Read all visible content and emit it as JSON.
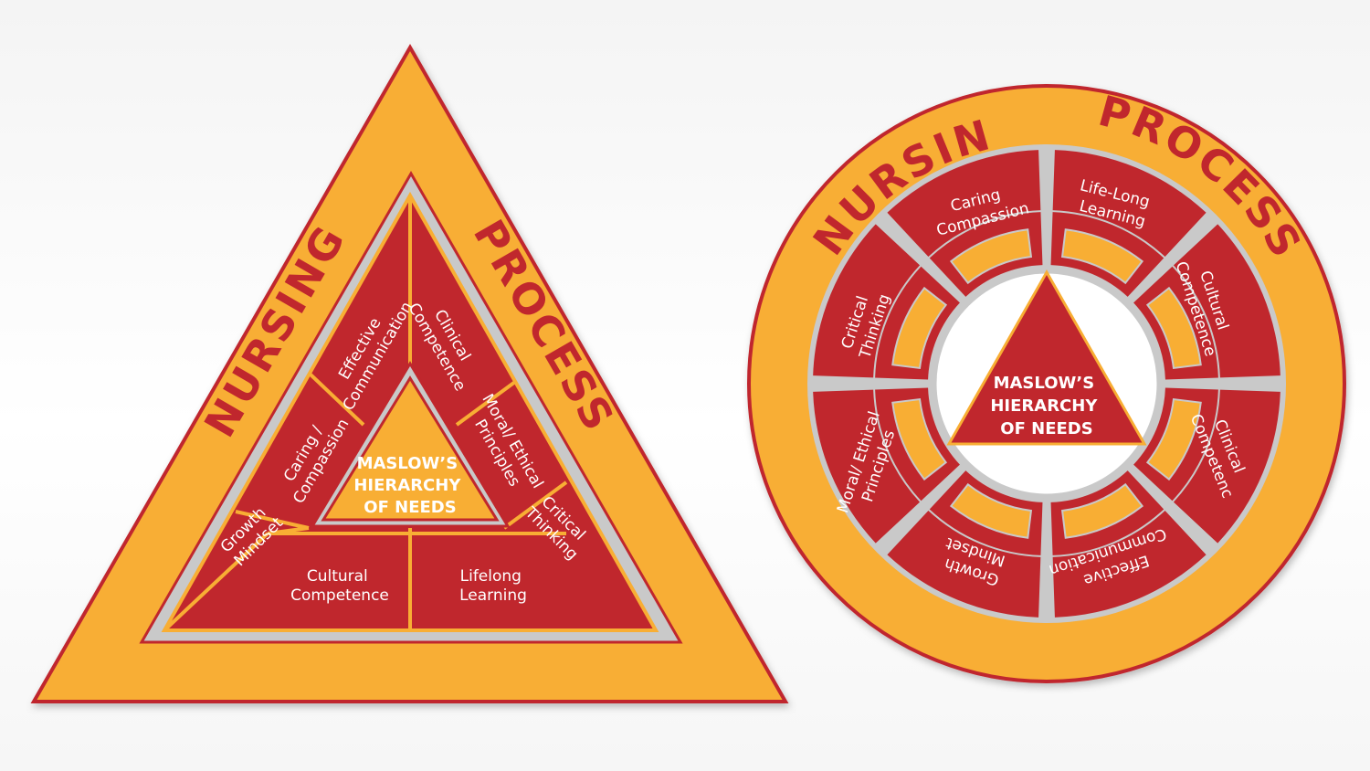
{
  "triangle_diagram": {
    "title_left": "NURSING",
    "title_right": "PROCESS",
    "center": [
      "MASLOW’S",
      "HIERARCHY",
      "OF NEEDS"
    ],
    "segments": {
      "effective_communication": [
        "Effective",
        "Communication"
      ],
      "clinical_competence": [
        "Clinical",
        "Competence"
      ],
      "caring_compassion": [
        "Caring /",
        "Compassion"
      ],
      "moral_ethical": [
        "Moral/ Ethical",
        "Principles"
      ],
      "growth_mindset": [
        "Growth",
        "Mindset"
      ],
      "critical_thinking": [
        "Critical",
        "Thinking"
      ],
      "cultural_competence": [
        "Cultural",
        "Competence"
      ],
      "lifelong_learning": [
        "Lifelong",
        "Learning"
      ]
    }
  },
  "circle_diagram": {
    "title_left": "NURSING",
    "title_right": "PROCESS",
    "center": [
      "MASLOW’S",
      "HIERARCHY",
      "OF NEEDS"
    ],
    "segments": {
      "caring_compassion": [
        "Caring",
        "Compassion"
      ],
      "life_long_learning": [
        "Life-Long",
        "Learning"
      ],
      "cultural_competence": [
        "Cultural",
        "Competence"
      ],
      "clinical_competenc": [
        "Clinical",
        "Competenc"
      ],
      "effective_communication": [
        "Effective",
        "Communication"
      ],
      "growth_mindset": [
        "Growth",
        "Mindset"
      ],
      "moral_ethical": [
        "Moral/ Ethical",
        "Principles"
      ],
      "critical_thinking": [
        "Critical",
        "Thinking"
      ]
    }
  },
  "colors": {
    "orange": "#f8ae34",
    "red": "#c0272d",
    "gray_line": "#c9c9c9",
    "white": "#ffffff"
  }
}
